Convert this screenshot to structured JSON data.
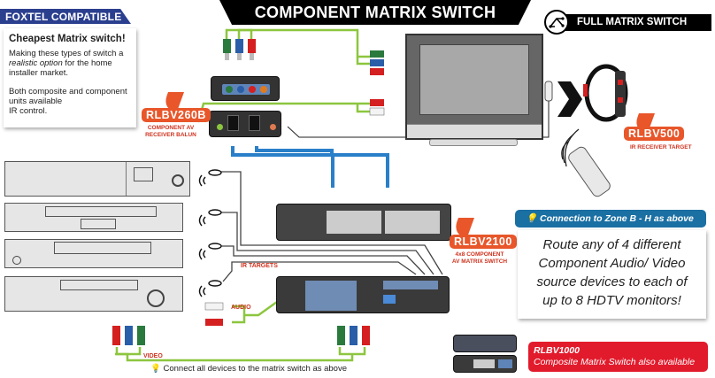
{
  "title": "COMPONENT MATRIX SWITCH",
  "header_badge": "FOXTEL COMPATIBLE",
  "feature_badge": {
    "label": "FULL MATRIX SWITCH",
    "icon": "matrix-routing-icon"
  },
  "info_box": {
    "heading": "Cheapest Matrix switch!",
    "para1_pre": "Making these types of switch a ",
    "para1_em": "realistic option",
    "para1_post": " for the home installer market.",
    "para2_line1": "Both composite and component",
    "para2_line2": "units available",
    "para2_line3": "IR control."
  },
  "products": {
    "balun": {
      "code": "RLBV260B",
      "desc_line1": "COMPONENT AV",
      "desc_line2": "RECEIVER BALUN"
    },
    "ir_receiver": {
      "code": "RLBV500",
      "desc": "IR RECEIVER TARGET"
    },
    "matrix": {
      "code": "RLBV2100",
      "desc_line1": "4x8 COMPONENT",
      "desc_line2": "AV MATRIX SWITCH"
    },
    "composite": {
      "code": "RLBV1000",
      "desc": "Composite Matrix Switch also available"
    }
  },
  "zone": {
    "icon": "lightbulb-icon",
    "label": "Connection to Zone B - H as above"
  },
  "route_text": {
    "line1": "Route any of 4 different",
    "line2": "Component Audio/ Video",
    "line3": "source devices to each of",
    "line4": "up to 8 HDTV monitors!"
  },
  "labels": {
    "ir_targets": "IR TARGETS",
    "audio": "AUDIO",
    "video": "VIDEO",
    "connect_all": "Connect all devices to the matrix switch as above"
  },
  "colors": {
    "brand_blue": "#2b3f8f",
    "callout_orange": "#e8562a",
    "zone_blue": "#1a6fa3",
    "alert_red": "#e21b2c",
    "cable_green": "#8cc63f",
    "cat5_blue": "#2a7fc9"
  }
}
